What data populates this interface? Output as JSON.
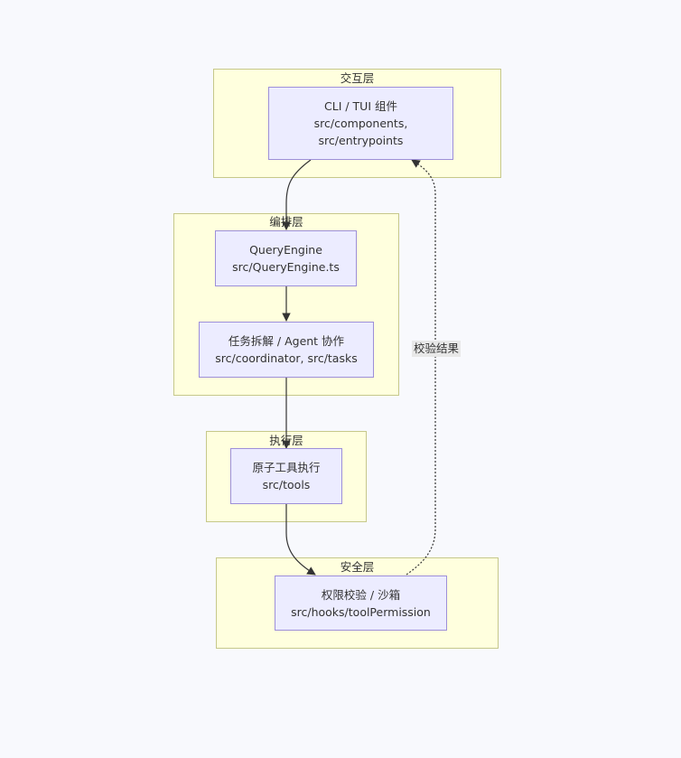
{
  "layers": {
    "interaction": {
      "title": "交互层"
    },
    "orchestration": {
      "title": "编排层"
    },
    "execution": {
      "title": "执行层"
    },
    "security": {
      "title": "安全层"
    }
  },
  "nodes": {
    "cli": {
      "line1": "CLI / TUI 组件",
      "line2": "src/components,",
      "line3": "src/entrypoints"
    },
    "query_engine": {
      "line1": "QueryEngine",
      "line2": "src/QueryEngine.ts"
    },
    "coordinator": {
      "line1": "任务拆解 / Agent 协作",
      "line2": "src/coordinator, src/tasks"
    },
    "tools": {
      "line1": "原子工具执行",
      "line2": "src/tools"
    },
    "permission": {
      "line1": "权限校验 / 沙箱",
      "line2": "src/hooks/toolPermission"
    }
  },
  "edges": {
    "feedback_label": "校验结果"
  },
  "colors": {
    "background": "#f8f9fd",
    "layer_fill": "#ffffde",
    "layer_border": "#c6c88a",
    "node_fill": "#ececff",
    "node_border": "#9d8fd9",
    "edge": "#333333"
  }
}
